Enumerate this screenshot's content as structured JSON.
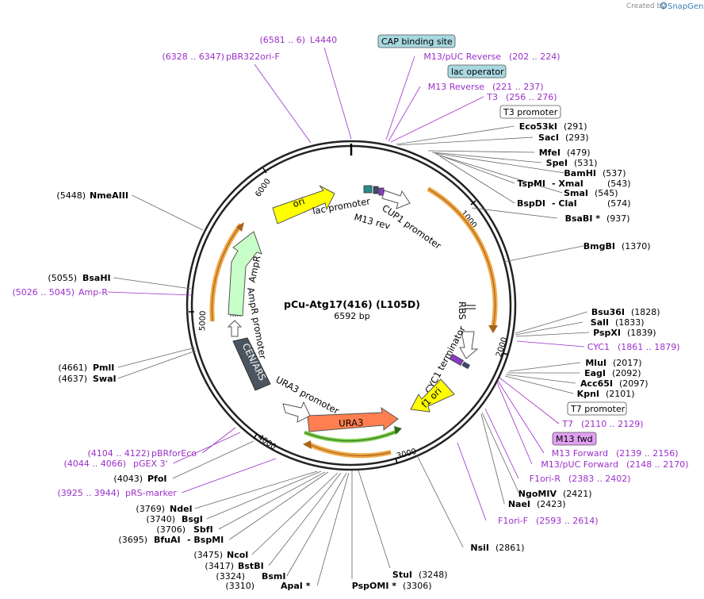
{
  "brand": {
    "created_by": "Created by",
    "app": "SnapGene"
  },
  "plasmid": {
    "name": "pCu-Atg17(416) (L105D)",
    "size": "6592 bp"
  },
  "ticks": [
    {
      "label": "1000"
    },
    {
      "label": "2000"
    },
    {
      "label": "3000"
    },
    {
      "label": "4000"
    },
    {
      "label": "5000"
    },
    {
      "label": "6000"
    }
  ],
  "features": {
    "ori": "ori",
    "lac_promoter": "lac promoter",
    "m13_rev": "M13 rev",
    "cup1_promoter": "CUP1 promoter",
    "rbs": "RBS",
    "cyc1_terminator": "CYC1 terminator",
    "f1_ori": "f1 ori",
    "ura3": "URA3",
    "ura3_promoter": "URA3 promoter",
    "cen_ars": "CEN/ARS",
    "ampr_promoter": "AmpR promoter",
    "ampr": "AmpR"
  },
  "boxed_labels": {
    "cap_binding_site": "CAP binding site",
    "lac_operator": "lac operator",
    "t3_promoter": "T3 promoter",
    "t7_promoter": "T7 promoter",
    "m13_fwd": "M13 fwd"
  },
  "right_labels": [
    {
      "name": "M13/pUC Reverse",
      "pos": "(202 .. 224)",
      "kind": "primer"
    },
    {
      "name": "M13 Reverse",
      "pos": "(221 .. 237)",
      "kind": "primer"
    },
    {
      "name": "T3",
      "pos": "(256 .. 276)",
      "kind": "primer"
    },
    {
      "name": "Eco53kI",
      "pos": "(291)",
      "kind": "enzyme"
    },
    {
      "name": "SacI",
      "pos": "(293)",
      "kind": "enzyme"
    },
    {
      "name": "MfeI",
      "pos": "(479)",
      "kind": "enzyme"
    },
    {
      "name": "SpeI",
      "pos": "(531)",
      "kind": "enzyme"
    },
    {
      "name": "BamHI",
      "pos": "(537)",
      "kind": "enzyme"
    },
    {
      "name": "TspMI",
      "name2": "XmaI",
      "pos": "(543)",
      "kind": "enzyme2"
    },
    {
      "name": "SmaI",
      "pos": "(545)",
      "kind": "enzyme"
    },
    {
      "name": "BspDI",
      "name2": "ClaI",
      "pos": "(574)",
      "kind": "enzyme2"
    },
    {
      "name": "BsaBI *",
      "pos": "(937)",
      "kind": "enzyme"
    },
    {
      "name": "BmgBI",
      "pos": "(1370)",
      "kind": "enzyme"
    },
    {
      "name": "Bsu36I",
      "pos": "(1828)",
      "kind": "enzyme"
    },
    {
      "name": "SalI",
      "pos": "(1833)",
      "kind": "enzyme"
    },
    {
      "name": "PspXI",
      "pos": "(1839)",
      "kind": "enzyme"
    },
    {
      "name": "CYC1",
      "pos": "(1861 .. 1879)",
      "kind": "primer"
    },
    {
      "name": "MluI",
      "pos": "(2017)",
      "kind": "enzyme"
    },
    {
      "name": "EagI",
      "pos": "(2092)",
      "kind": "enzyme"
    },
    {
      "name": "Acc65I",
      "pos": "(2097)",
      "kind": "enzyme"
    },
    {
      "name": "KpnI",
      "pos": "(2101)",
      "kind": "enzyme"
    },
    {
      "name": "T7",
      "pos": "(2110 .. 2129)",
      "kind": "primer"
    },
    {
      "name": "M13 Forward",
      "pos": "(2139 .. 2156)",
      "kind": "primer"
    },
    {
      "name": "M13/pUC Forward",
      "pos": "(2148 .. 2170)",
      "kind": "primer"
    },
    {
      "name": "F1ori-R",
      "pos": "(2383 .. 2402)",
      "kind": "primer"
    },
    {
      "name": "NgoMIV",
      "pos": "(2421)",
      "kind": "enzyme"
    },
    {
      "name": "NaeI",
      "pos": "(2423)",
      "kind": "enzyme"
    },
    {
      "name": "F1ori-F",
      "pos": "(2593 .. 2614)",
      "kind": "primer"
    },
    {
      "name": "NsiI",
      "pos": "(2861)",
      "kind": "enzyme"
    }
  ],
  "bottom_labels": [
    {
      "name": "StuI",
      "pos": "(3248)",
      "kind": "enzyme"
    },
    {
      "name": "PspOMI *",
      "pos": "(3306)",
      "kind": "enzyme"
    }
  ],
  "left_labels": [
    {
      "name": "L4440",
      "pos": "(6581 .. 6)",
      "kind": "primer"
    },
    {
      "name": "pBR322ori-F",
      "pos": "(6328 .. 6347)",
      "kind": "primer"
    },
    {
      "name": "NmeAIII",
      "pos": "(5448)",
      "kind": "enzyme"
    },
    {
      "name": "BsaHI",
      "pos": "(5055)",
      "kind": "enzyme"
    },
    {
      "name": "Amp-R",
      "pos": "(5026 .. 5045)",
      "kind": "primer"
    },
    {
      "name": "PmlI",
      "pos": "(4661)",
      "kind": "enzyme"
    },
    {
      "name": "SwaI",
      "pos": "(4637)",
      "kind": "enzyme"
    },
    {
      "name": "pBRforEco",
      "pos": "(4104 .. 4122)",
      "kind": "primer"
    },
    {
      "name": "pGEX 3'",
      "pos": "(4044 .. 4066)",
      "kind": "primer"
    },
    {
      "name": "PfoI",
      "pos": "(4043)",
      "kind": "enzyme"
    },
    {
      "name": "pRS-marker",
      "pos": "(3925 .. 3944)",
      "kind": "primer"
    },
    {
      "name": "NdeI",
      "pos": "(3769)",
      "kind": "enzyme"
    },
    {
      "name": "BsgI",
      "pos": "(3740)",
      "kind": "enzyme"
    },
    {
      "name": "SbfI",
      "pos": "(3706)",
      "kind": "enzyme"
    },
    {
      "name": "BfuAI",
      "name2": "BspMI",
      "pos": "(3695)",
      "kind": "enzyme2"
    },
    {
      "name": "NcoI",
      "pos": "(3475)",
      "kind": "enzyme"
    },
    {
      "name": "BstBI",
      "pos": "(3417)",
      "kind": "enzyme"
    },
    {
      "name": "BsmI",
      "pos": "(3324)",
      "kind": "enzyme"
    },
    {
      "name": "ApaI *",
      "pos": "(3310)",
      "kind": "enzyme"
    }
  ],
  "colors": {
    "backbone": "#222222",
    "primer": "#9b2fc9",
    "ori": "#ffff00",
    "ampr": "#c8ffc8",
    "ura3": "#ff7f50",
    "cen_ars": "#4a5560",
    "f1_ori": "#ffff00",
    "orf_orange": "#f0a848",
    "orf_green": "#7fcf50",
    "box_teal": "#a8d8e0",
    "box_purple": "#e0a0f0"
  }
}
